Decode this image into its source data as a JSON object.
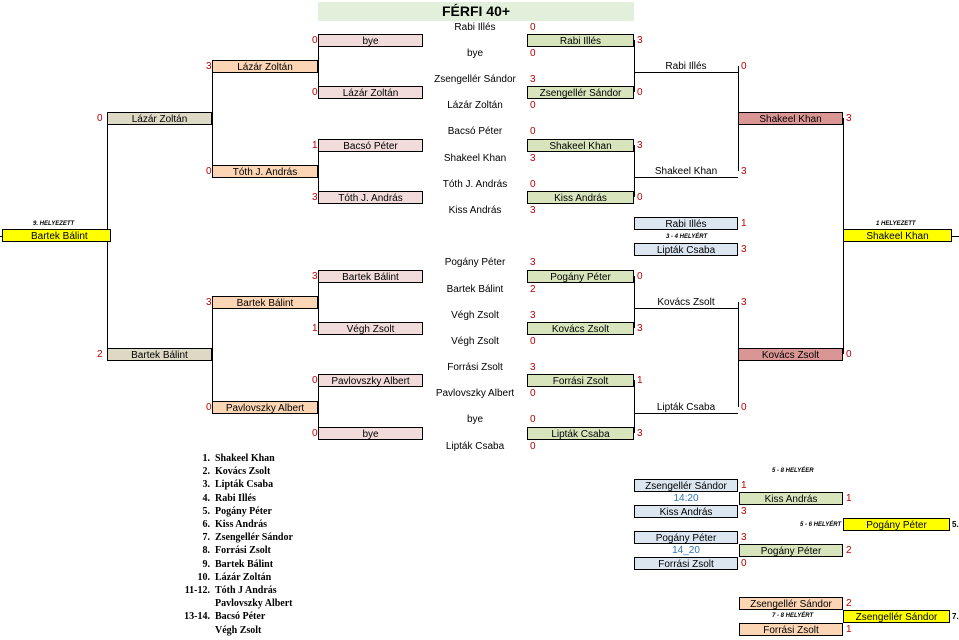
{
  "title": "FÉRFI 40+",
  "r1": [
    {
      "name": "Rabi Illés",
      "score": "0"
    },
    {
      "name": "bye",
      "score": "0"
    },
    {
      "name": "Zsengellér Sándor",
      "score": "3"
    },
    {
      "name": "Lázár Zoltán",
      "score": "0"
    },
    {
      "name": "Bacsó Péter",
      "score": "0"
    },
    {
      "name": "Shakeel Khan",
      "score": "3"
    },
    {
      "name": "Tóth J. András",
      "score": "0"
    },
    {
      "name": "Kiss András",
      "score": "3"
    },
    {
      "name": "Pogány Péter",
      "score": "3"
    },
    {
      "name": "Bartek Bálint",
      "score": "2"
    },
    {
      "name": "Végh Zsolt",
      "score": "3"
    },
    {
      "name": "Végh Zsolt",
      "score": "0"
    },
    {
      "name": "Forrási Zsolt",
      "score": "3"
    },
    {
      "name": "Pavlovszky Albert",
      "score": "0"
    },
    {
      "name": "bye",
      "score": "0"
    },
    {
      "name": "Lipták Csaba",
      "score": "0"
    }
  ],
  "r2left": [
    {
      "name": "bye",
      "score": "0"
    },
    {
      "name": "Lázár Zoltán",
      "score": "0"
    },
    {
      "name": "Bacsó Péter",
      "score": "1"
    },
    {
      "name": "Tóth J. András",
      "score": "3"
    },
    {
      "name": "Bartek Bálint",
      "score": "3"
    },
    {
      "name": "Végh Zsolt",
      "score": "1"
    },
    {
      "name": "Pavlovszky Albert",
      "score": "0"
    },
    {
      "name": "bye",
      "score": "0"
    }
  ],
  "r2right": [
    {
      "name": "Rabi Illés",
      "score": "3"
    },
    {
      "name": "Zsengellér Sándor",
      "score": "0"
    },
    {
      "name": "Shakeel Khan",
      "score": "3"
    },
    {
      "name": "Kiss András",
      "score": "0"
    },
    {
      "name": "Pogány Péter",
      "score": "0"
    },
    {
      "name": "Kovács Zsolt",
      "score": "3"
    },
    {
      "name": "Forrási Zsolt",
      "score": "1"
    },
    {
      "name": "Lipták Csaba",
      "score": "3"
    }
  ],
  "r3left": [
    {
      "name": "Lázár Zoltán",
      "score": "3"
    },
    {
      "name": "Tóth J. András",
      "score": "0"
    },
    {
      "name": "Bartek Bálint",
      "score": "3"
    },
    {
      "name": "Pavlovszky Albert",
      "score": "0"
    }
  ],
  "r3right": [
    {
      "name": "Rabi Illés",
      "score": "0"
    },
    {
      "name": "Shakeel Khan",
      "score": "3"
    },
    {
      "name": "Kovács Zsolt",
      "score": "3"
    },
    {
      "name": "Lipták Csaba",
      "score": "0"
    }
  ],
  "r4left": [
    {
      "name": "Lázár Zoltán",
      "score": "0"
    },
    {
      "name": "Bartek Bálint",
      "score": "2"
    }
  ],
  "r4right": [
    {
      "name": "Shakeel Khan",
      "score": "3"
    },
    {
      "name": "Kovács Zsolt",
      "score": "0"
    }
  ],
  "ninth": {
    "label": "9. HELYEZETT",
    "name": "Bartek Bálint"
  },
  "first": {
    "label": "1 HELYEZETT",
    "name": "Shakeel Khan"
  },
  "third": {
    "label": "3 - 4 HELYÉRT",
    "a": {
      "name": "Rabi Illés",
      "score": "1"
    },
    "b": {
      "name": "Lipták Csaba",
      "score": "3"
    }
  },
  "ranking": [
    {
      "no": "1.",
      "name": "Shakeel Khan"
    },
    {
      "no": "2.",
      "name": "Kovács Zsolt"
    },
    {
      "no": "3.",
      "name": "Lipták Csaba"
    },
    {
      "no": "4.",
      "name": "Rabi Illés"
    },
    {
      "no": "5.",
      "name": "Pogány Péter"
    },
    {
      "no": "6.",
      "name": "Kiss András"
    },
    {
      "no": "7.",
      "name": "Zsengellér Sándor"
    },
    {
      "no": "8.",
      "name": "Forrási Zsolt"
    },
    {
      "no": "9.",
      "name": "Bartek Bálint"
    },
    {
      "no": "10.",
      "name": "Lázár Zoltán"
    },
    {
      "no": "11-12.",
      "name": "Tóth J András"
    },
    {
      "no": "",
      "name": "Pavlovszky Albert"
    },
    {
      "no": "13-14.",
      "name": "Bacsó Péter"
    },
    {
      "no": "",
      "name": "Végh Zsolt"
    }
  ],
  "placement": {
    "label58": "5 - 8 HELYÉER",
    "m1": {
      "a": {
        "name": "Zsengellér Sándor",
        "score": "1"
      },
      "time": "14:20",
      "b": {
        "name": "Kiss András",
        "score": "3"
      }
    },
    "m1win": {
      "name": "Kiss András",
      "score": "1"
    },
    "label56": "5 - 6 HELYÉRT",
    "fifth": {
      "name": "Pogány Péter",
      "place": "5."
    },
    "m2": {
      "a": {
        "name": "Pogány Péter",
        "score": "3"
      },
      "time": "14_20",
      "b": {
        "name": "Forrási Zsolt",
        "score": "0"
      }
    },
    "m2win": {
      "name": "Pogány Péter",
      "score": "2"
    },
    "m3": {
      "a": {
        "name": "Zsengellér Sándor",
        "score": "2"
      },
      "b": {
        "name": "Forrási Zsolt",
        "score": "1"
      }
    },
    "label78": "7 - 8 HELYÉRT",
    "seventh": {
      "name": "Zsengellér Sándor",
      "place": "7."
    }
  }
}
